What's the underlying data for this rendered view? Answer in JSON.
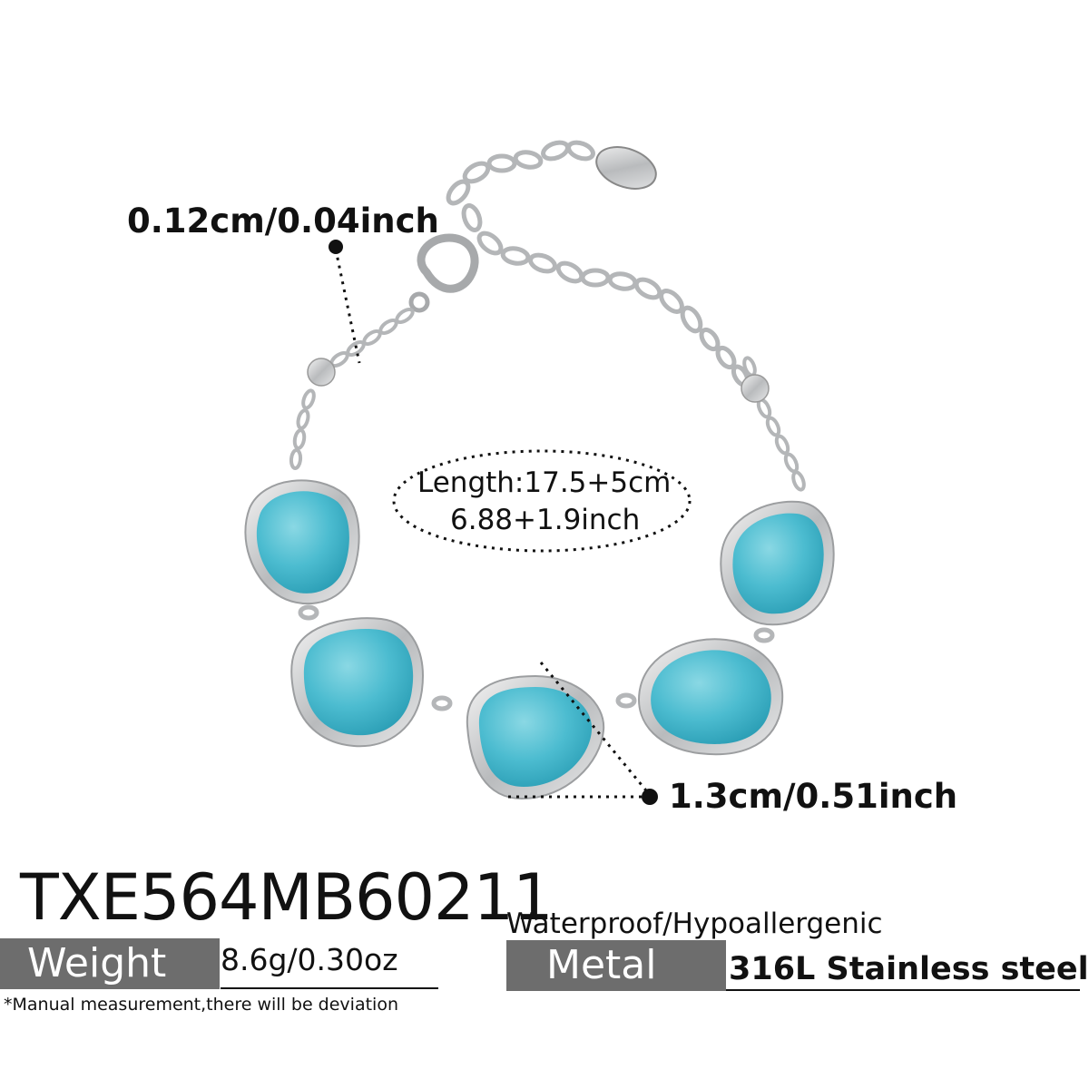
{
  "product": {
    "sku": "TXE564MB60211",
    "features": "Waterproof/Hypoallergenic",
    "weight_label": "Weight",
    "weight_value": "8.6g/0.30oz",
    "metal_label": "Metal",
    "metal_value": "316L Stainless steel",
    "note": "*Manual measurement,there will be deviation"
  },
  "dimensions": {
    "chain": "0.12cm/0.04inch",
    "length_cm": "Length:17.5+5cm",
    "length_in": "6.88+1.9inch",
    "stone": "1.3cm/0.51inch"
  },
  "colors": {
    "stone": "#3fb3c9",
    "stone_light": "#7fd3e0",
    "metal": "#c9cbcd",
    "label_bg": "#6d6d6d"
  }
}
